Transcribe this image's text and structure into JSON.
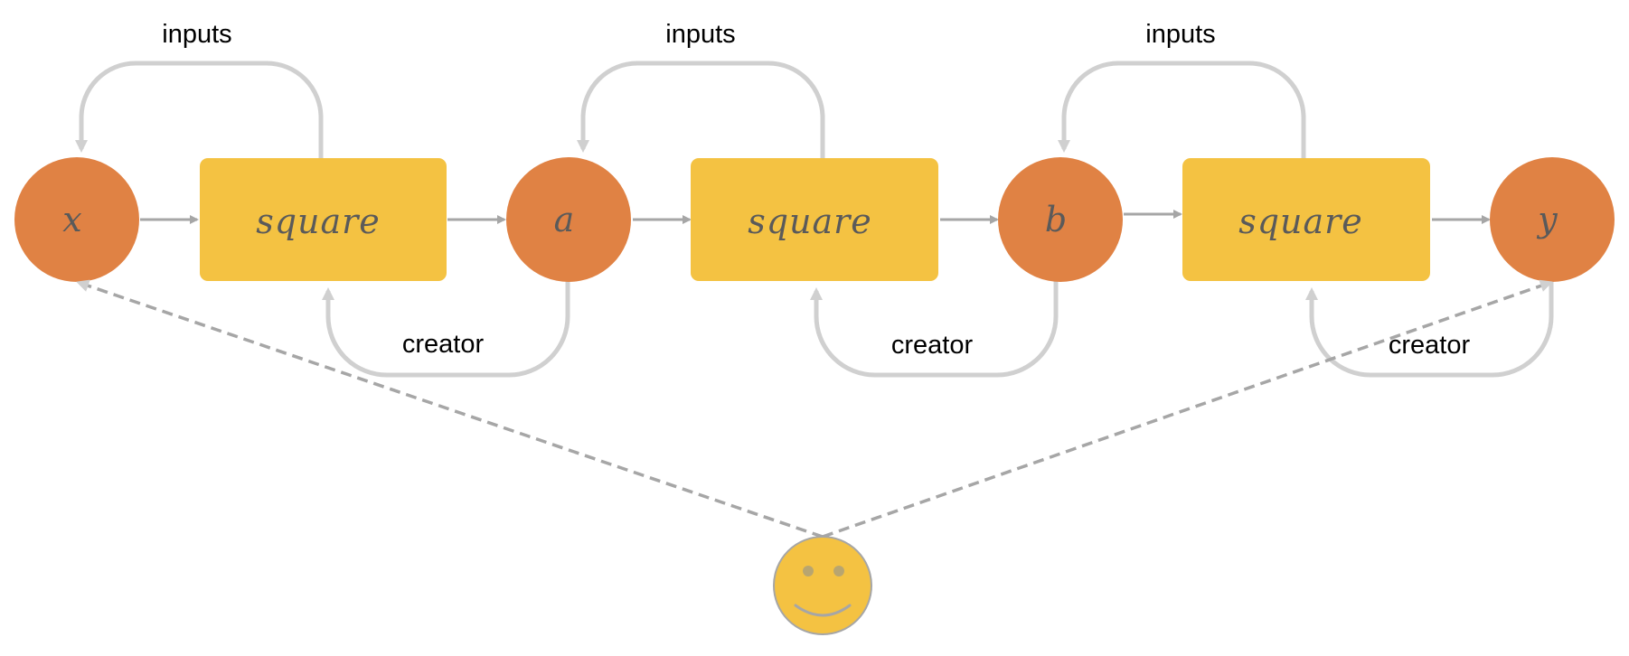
{
  "diagram": {
    "nodes": [
      {
        "id": "x",
        "kind": "variable",
        "label": "x"
      },
      {
        "id": "f1",
        "kind": "function",
        "label": "square"
      },
      {
        "id": "a",
        "kind": "variable",
        "label": "a"
      },
      {
        "id": "f2",
        "kind": "function",
        "label": "square"
      },
      {
        "id": "b",
        "kind": "variable",
        "label": "b"
      },
      {
        "id": "f3",
        "kind": "function",
        "label": "square"
      },
      {
        "id": "y",
        "kind": "variable",
        "label": "y"
      }
    ],
    "edge_labels": {
      "inputs": "inputs",
      "creator": "creator"
    },
    "user": {
      "icon": "smiley-face-icon"
    },
    "colors": {
      "variable_fill": "#E08244",
      "function_fill": "#F4C242",
      "arrow": "#A6A6A6",
      "loop": "#D0D0D0",
      "dashed": "#A6A6A6",
      "user_fill": "#F4C242",
      "user_outline": "#A6A6A6"
    }
  }
}
